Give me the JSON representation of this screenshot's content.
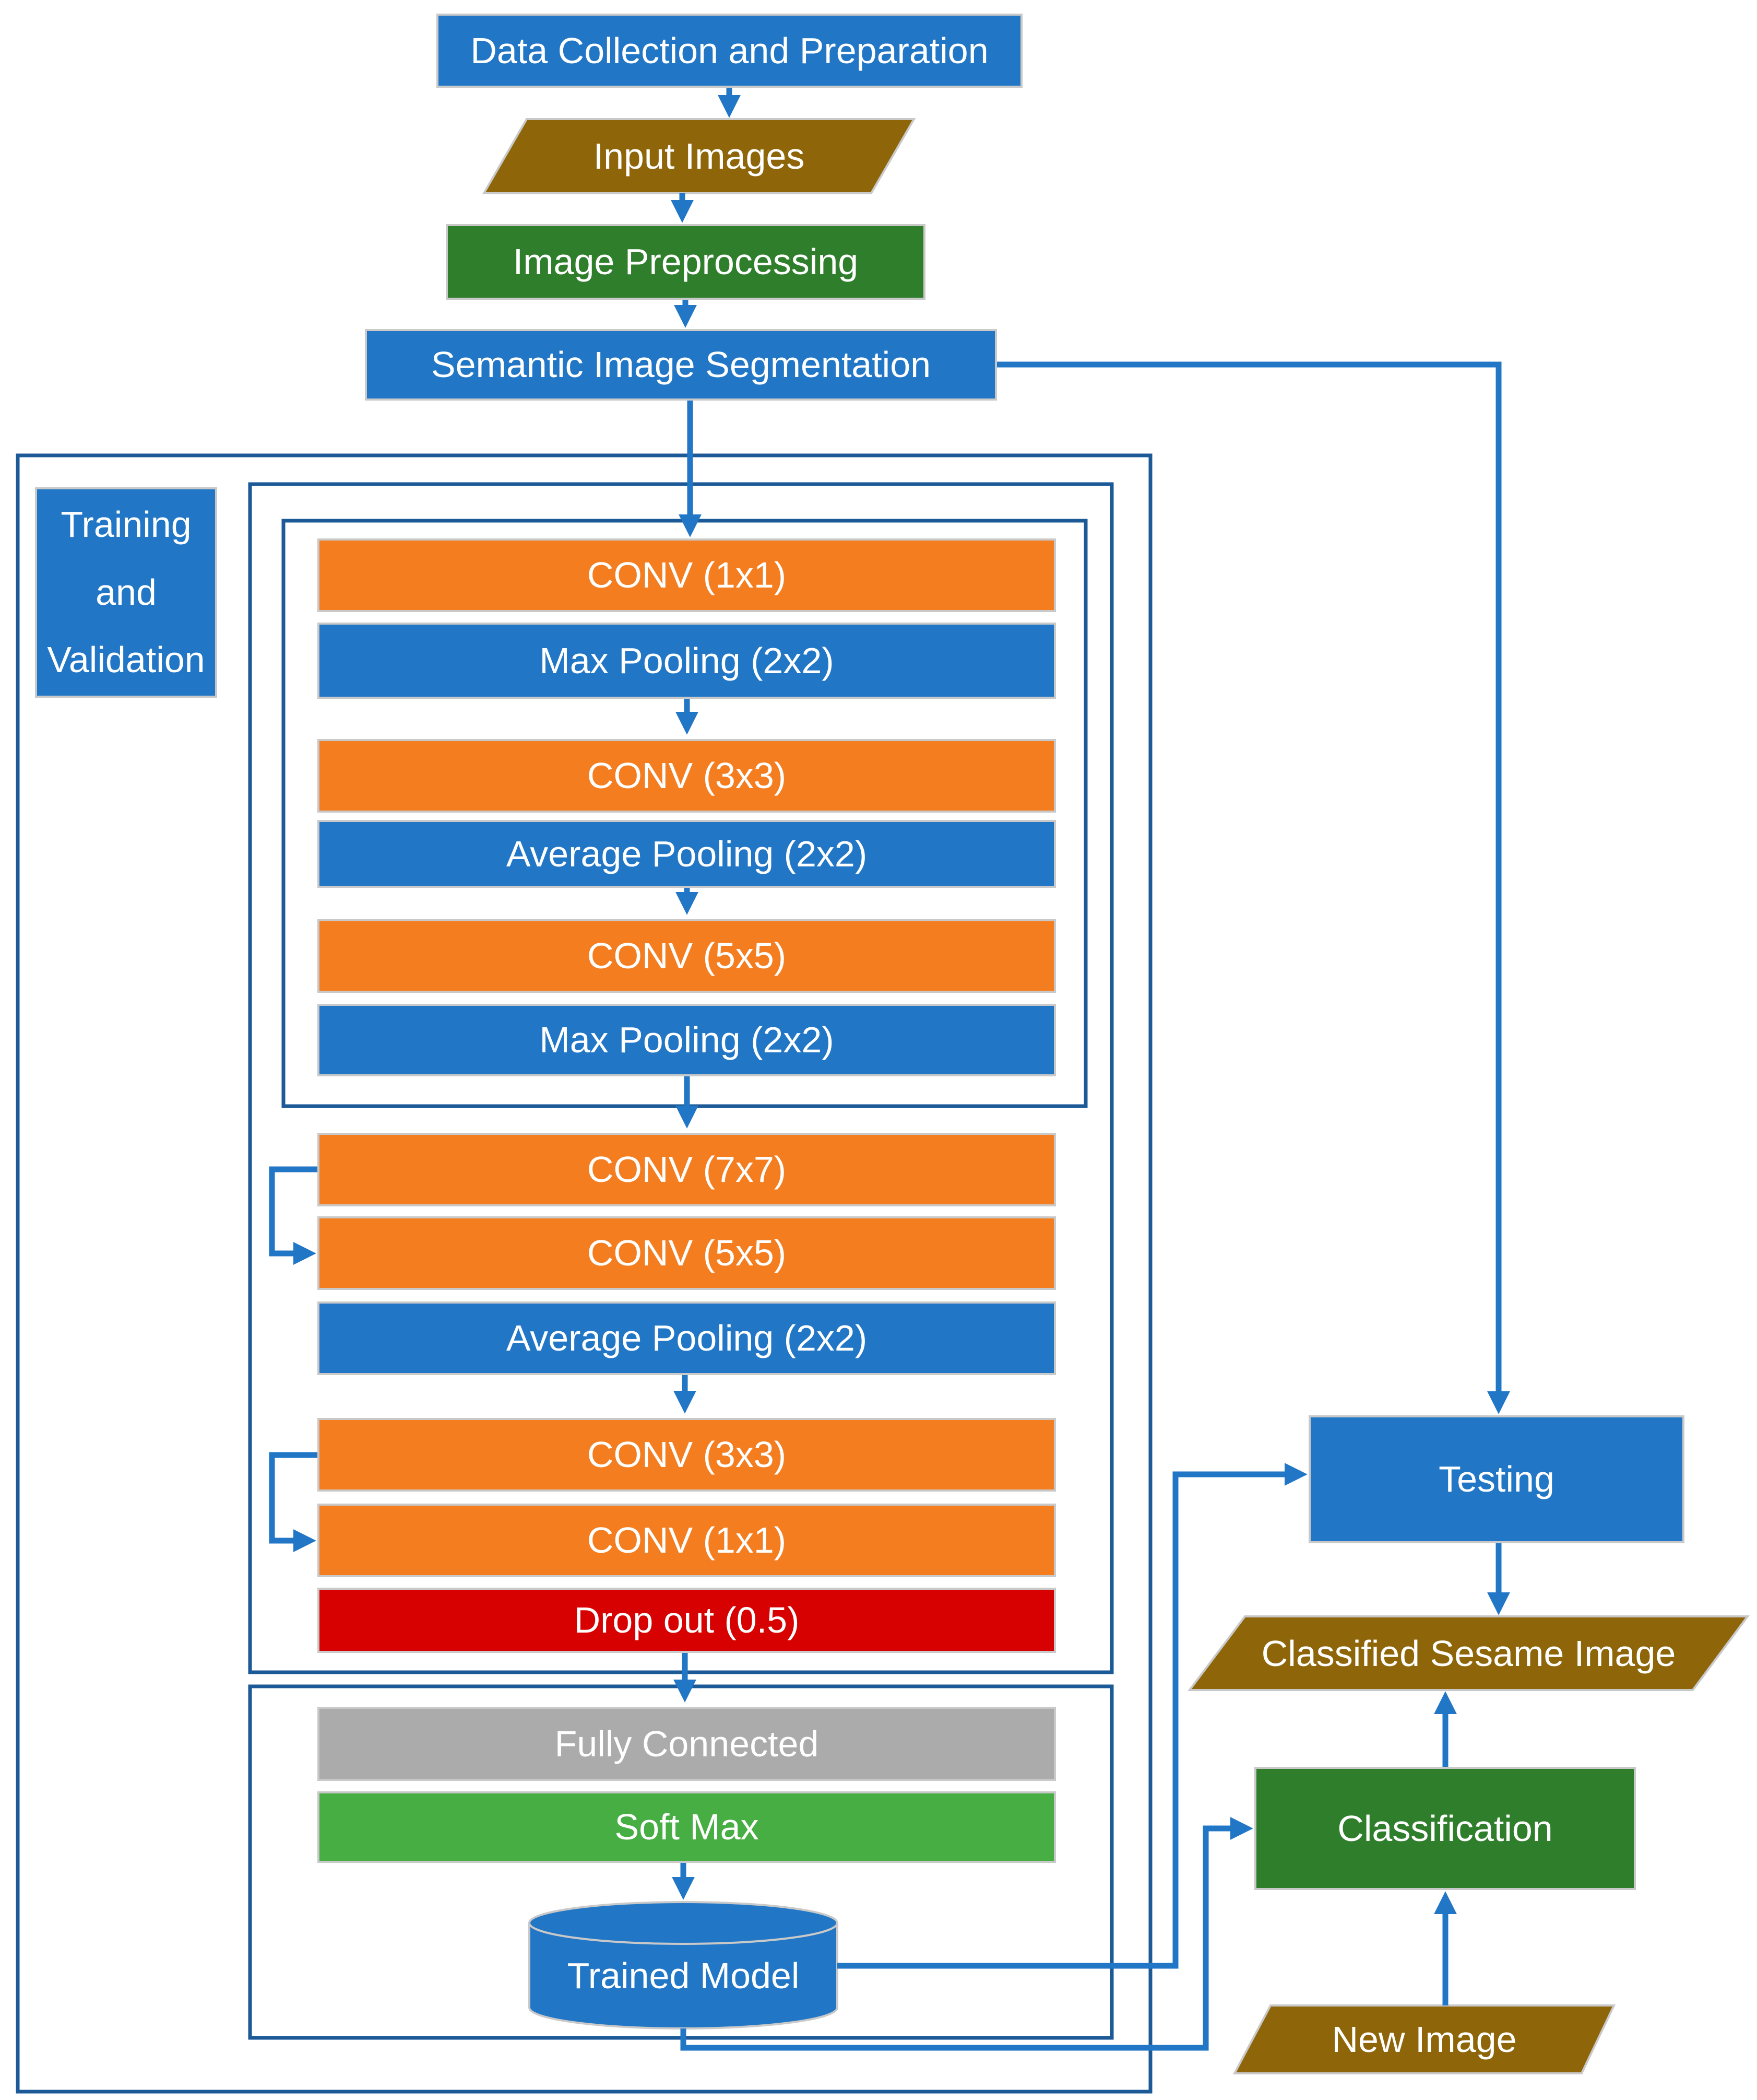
{
  "palette": {
    "blue": "#2176C6",
    "navy": "#1B5A97",
    "orange": "#F47D20",
    "red": "#D60100",
    "gray": "#ABABAB",
    "greendark": "#2F7E2C",
    "greenlight": "#46AE43",
    "brown": "#8E6508",
    "boxline": "#C9C9C9",
    "text": "#FFFFFF"
  },
  "flow": {
    "data_collection": "Data Collection and Preparation",
    "input_images": "Input Images",
    "image_preprocessing": "Image Preprocessing",
    "semantic": "Semantic Image Segmentation",
    "trained_model": "Trained Model",
    "testing": "Testing",
    "classified": "Classified Sesame Image",
    "classification": "Classification",
    "new_image": "New Image"
  },
  "tv": [
    "Training",
    "and",
    "Validation"
  ],
  "stack1": [
    "CONV (1x1)",
    "Max Pooling (2x2)",
    "CONV (3x3)",
    "Average Pooling (2x2)",
    "CONV (5x5)",
    "Max Pooling (2x2)"
  ],
  "stack2": [
    "CONV (7x7)",
    "CONV (5x5)",
    "Average Pooling (2x2)",
    "CONV (3x3)",
    "CONV (1x1)",
    "Drop out (0.5)"
  ],
  "stack3": [
    "Fully Connected",
    "Soft Max"
  ]
}
